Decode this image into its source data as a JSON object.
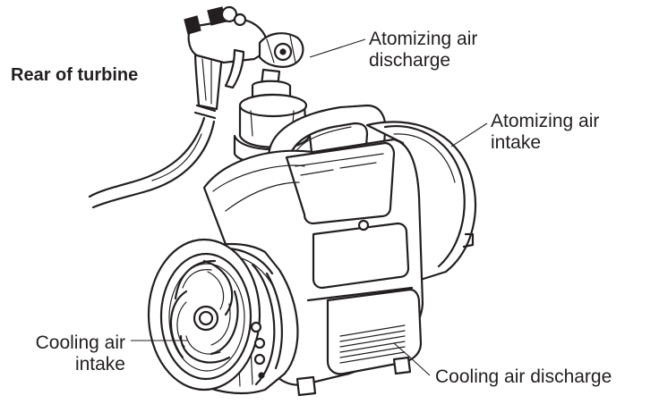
{
  "title": "Rear of turbine",
  "callouts": {
    "atomizing_discharge": [
      "Atomizing air",
      "discharge"
    ],
    "atomizing_intake": [
      "Atomizing air",
      "intake"
    ],
    "cooling_intake": [
      "Cooling air",
      "intake"
    ],
    "cooling_discharge": [
      "Cooling air discharge"
    ]
  },
  "colors": {
    "line": "#231f20",
    "background": "#ffffff"
  }
}
